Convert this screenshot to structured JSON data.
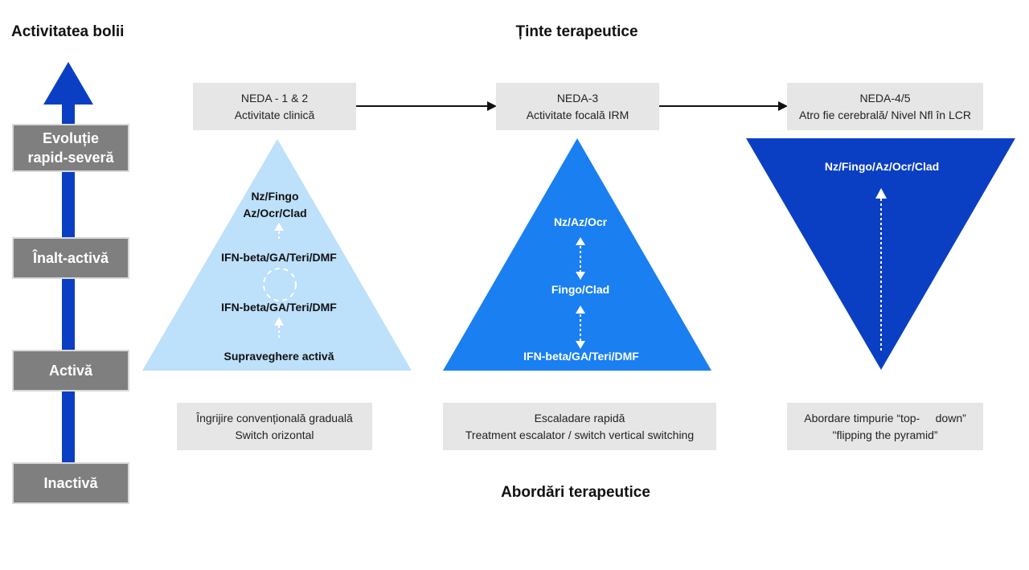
{
  "headings": {
    "left": "Activitatea bolii",
    "top": "Ținte terapeutice",
    "bottom": "Abordări terapeutice"
  },
  "activity_levels": [
    {
      "label": "Evoluție rapid-severă"
    },
    {
      "label": "Înalt-activă"
    },
    {
      "label": "Activă"
    },
    {
      "label": "Inactivă"
    }
  ],
  "targets": [
    {
      "line1": "NEDA - 1 & 2",
      "line2": "Activitate clinică"
    },
    {
      "line1": "NEDA-3",
      "line2": "Activitate focală IRM"
    },
    {
      "line1": "NEDA-4/5",
      "line2": "Atro fie cerebrală/ Nivel Nfl  în LCR"
    }
  ],
  "pyramid1": {
    "top_line1": "Nz/Fingo",
    "top_line2": "Az/Ocr/Clad",
    "mid_upper": "IFN-beta/GA/Teri/DMF",
    "mid_lower": "IFN-beta/GA/Teri/DMF",
    "bottom": "Supraveghere activă"
  },
  "pyramid2": {
    "top": "Nz/Az/Ocr",
    "middle": "Fingo/Clad",
    "bottom": "IFN-beta/GA/Teri/DMF"
  },
  "pyramid3": {
    "top": "Nz/Fingo/Az/Ocr/Clad"
  },
  "approaches": [
    {
      "line1": "Îngrijire convențională graduală",
      "line2": "Switch orizontal"
    },
    {
      "line1": "Escaladare rapidă",
      "line2": "Treatment escalator / switch vertical switching"
    },
    {
      "line1": "Abordare timpurie “top-     down”",
      "line2": "\"flipping the pyramid”"
    }
  ],
  "colors": {
    "light_blue": "#bde0fb",
    "mid_blue": "#1a7ff0",
    "dark_blue": "#0a3fc4",
    "arrow_blue": "#0a3fc4",
    "level_gray": "#7f7f7f",
    "box_gray": "#e6e6e6"
  }
}
